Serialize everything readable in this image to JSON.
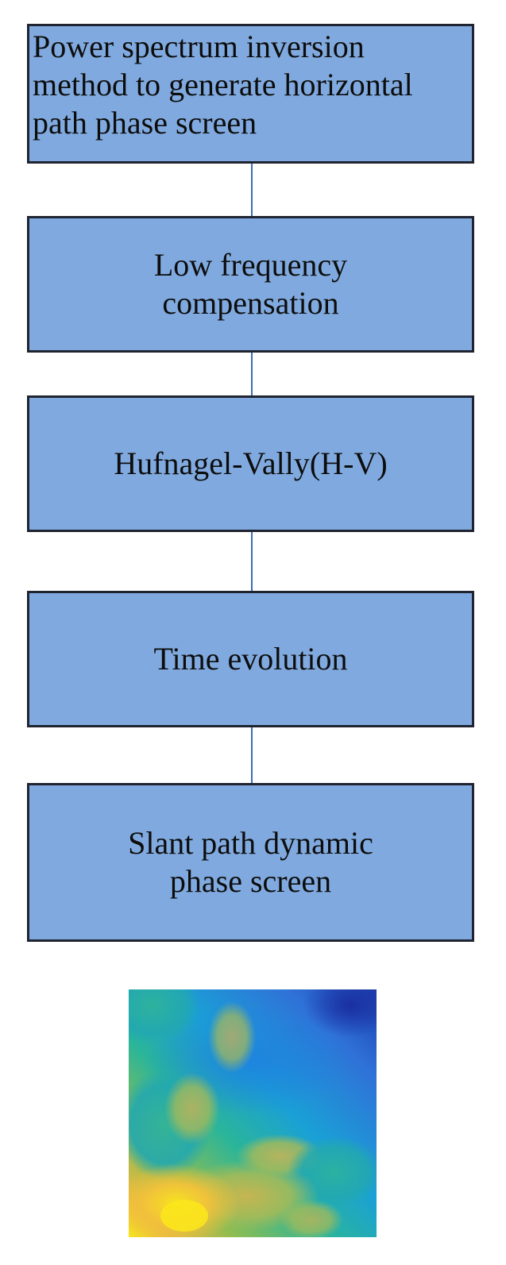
{
  "diagram": {
    "steps": [
      {
        "label": "Power spectrum inversion\nmethod to generate horizontal\npath phase screen"
      },
      {
        "label": "Low frequency\ncompensation"
      },
      {
        "label": "Hufnagel-Vally(H-V)"
      },
      {
        "label": "Time evolution"
      },
      {
        "label": "Slant path dynamic\nphase screen"
      }
    ],
    "colors": {
      "box_fill": "#80aadf",
      "box_border": "#1f2430",
      "connector": "#3d6db5"
    },
    "phase_screen_image": {
      "colormap": "parula-like (blue to green to yellow)"
    }
  }
}
